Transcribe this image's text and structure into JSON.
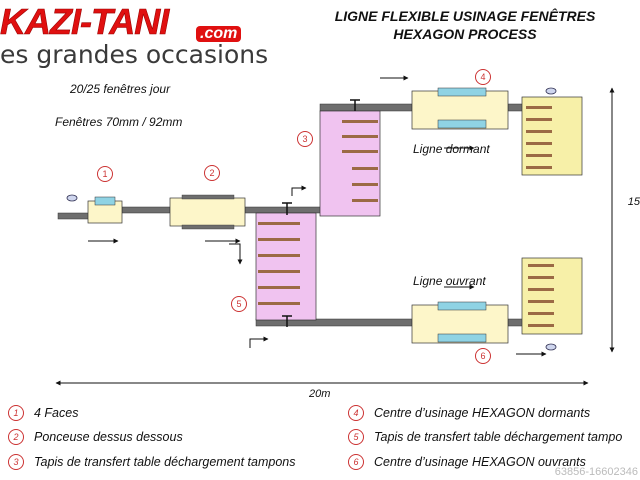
{
  "logo": {
    "brand": "KAZI-TANI",
    "domain": ".com",
    "tagline": "es grandes occasions"
  },
  "title": {
    "line1": "LIGNE FLEXIBLE USINAGE FENÊTRES",
    "line2": "HEXAGON PROCESS"
  },
  "notes": {
    "capacity": "20/25 fenêtres jour",
    "sizes": "Fenêtres 70mm / 92mm"
  },
  "lines": {
    "dormant": "Ligne dormant",
    "ouvrant": "Ligne ouvrant"
  },
  "badges": [
    "1",
    "2",
    "3",
    "4",
    "5",
    "6"
  ],
  "dimensions": {
    "length": "20m",
    "width": "15"
  },
  "legend": [
    {
      "num": "1",
      "text": "4 Faces"
    },
    {
      "num": "2",
      "text": "Ponceuse dessus dessous"
    },
    {
      "num": "3",
      "text": "Tapis de transfert table déchargement tampons"
    },
    {
      "num": "4",
      "text": "Centre d’usinage HEXAGON dormants"
    },
    {
      "num": "5",
      "text": "Tapis de transfert table déchargement tampo"
    },
    {
      "num": "6",
      "text": "Centre d’usinage HEXAGON ouvrants"
    }
  ],
  "watermark": "63856-16602346",
  "colors": {
    "brand": "#e01010",
    "machine": "#fdf6c9",
    "blueSlot": "#8fd3e4",
    "transfer": "#f0c3f0",
    "conveyor": "#6e6e6e",
    "badge": "#cc3333"
  }
}
